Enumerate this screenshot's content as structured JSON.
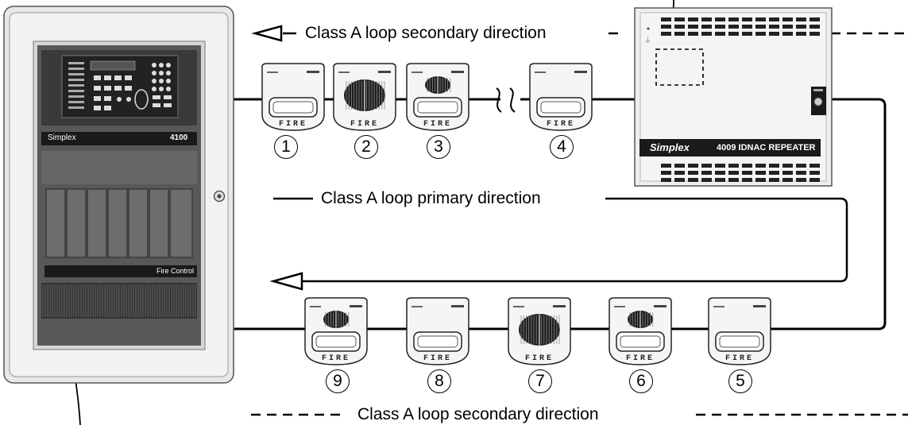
{
  "labels": {
    "secondary_top": "Class A loop secondary direction",
    "primary": "Class A loop primary direction",
    "secondary_bottom": "Class A loop secondary direction"
  },
  "panel": {
    "brand": "Simplex",
    "model": "4100",
    "fire_control": "Fire Control"
  },
  "repeater": {
    "brand": "Simplex",
    "model": "4009 IDNAC REPEATER"
  },
  "devices": [
    {
      "num": "①",
      "type": "strobe",
      "label": "FIRE"
    },
    {
      "num": "②",
      "type": "speaker",
      "label": "FIRE"
    },
    {
      "num": "③",
      "type": "speaker-strobe",
      "label": "FIRE"
    },
    {
      "num": "④",
      "type": "strobe",
      "label": "FIRE"
    },
    {
      "num": "⑤",
      "type": "strobe",
      "label": "FIRE"
    },
    {
      "num": "⑥",
      "type": "speaker-strobe",
      "label": "FIRE"
    },
    {
      "num": "⑦",
      "type": "speaker",
      "label": "FIRE"
    },
    {
      "num": "⑧",
      "type": "strobe",
      "label": "FIRE"
    },
    {
      "num": "⑨",
      "type": "speaker-strobe",
      "label": "FIRE"
    }
  ],
  "colors": {
    "panel_door": "#e6e6e6",
    "panel_dark": "#3a3a3a",
    "repeater_body": "#eeeeee",
    "line": "#000000"
  }
}
